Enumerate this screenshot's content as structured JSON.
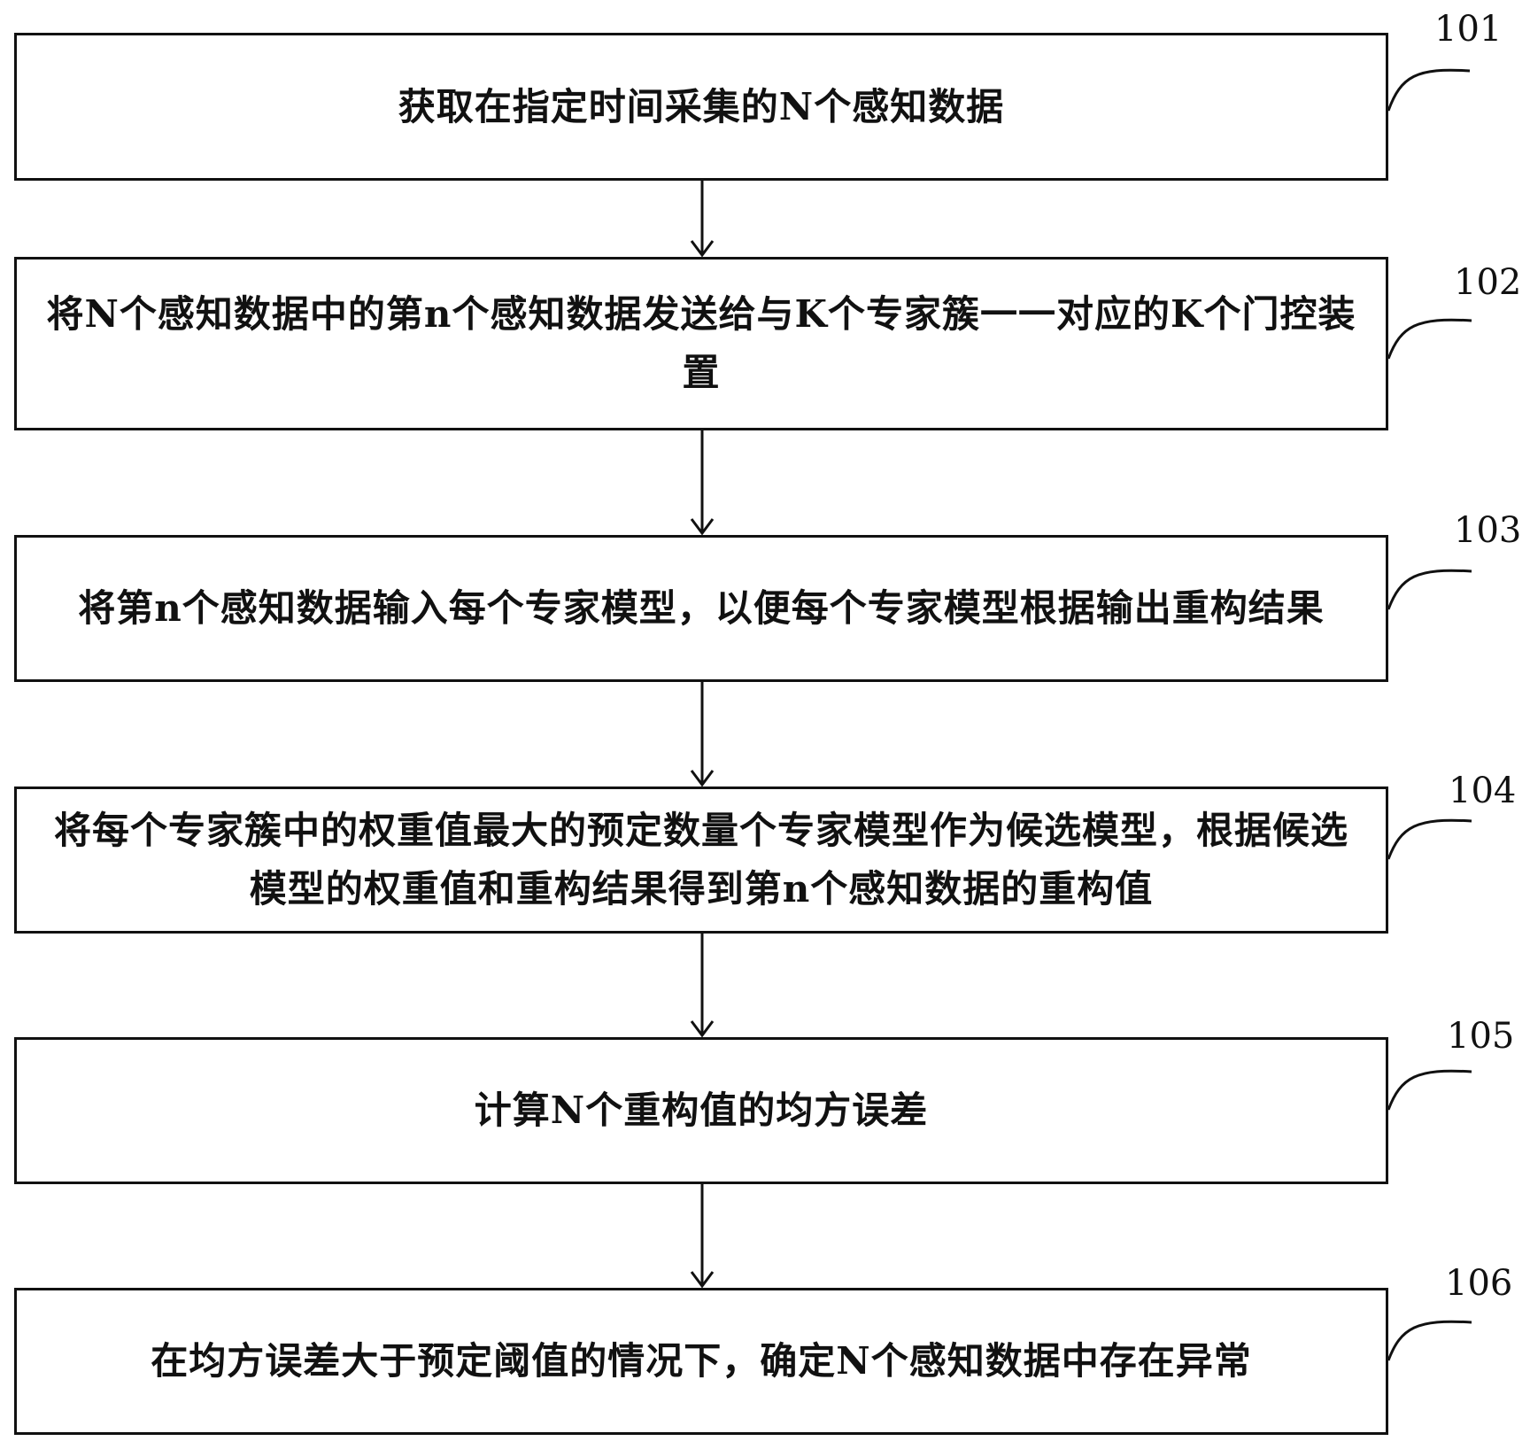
{
  "steps": [
    {
      "id": "101",
      "text": "获取在指定时间采集的N个感知数据"
    },
    {
      "id": "102",
      "text": "将N个感知数据中的第n个感知数据发送给与K个专家簇一一对应的K个门控装置"
    },
    {
      "id": "103",
      "text": "将第n个感知数据输入每个专家模型，以便每个专家模型根据输出重构结果"
    },
    {
      "id": "104",
      "text": "将每个专家簇中的权重值最大的预定数量个专家模型作为候选模型，根据候选模型的权重值和重构结果得到第n个感知数据的重构值"
    },
    {
      "id": "105",
      "text": "计算N个重构值的均方误差"
    },
    {
      "id": "106",
      "text": "在均方误差大于预定阈值的情况下，确定N个感知数据中存在异常"
    }
  ]
}
